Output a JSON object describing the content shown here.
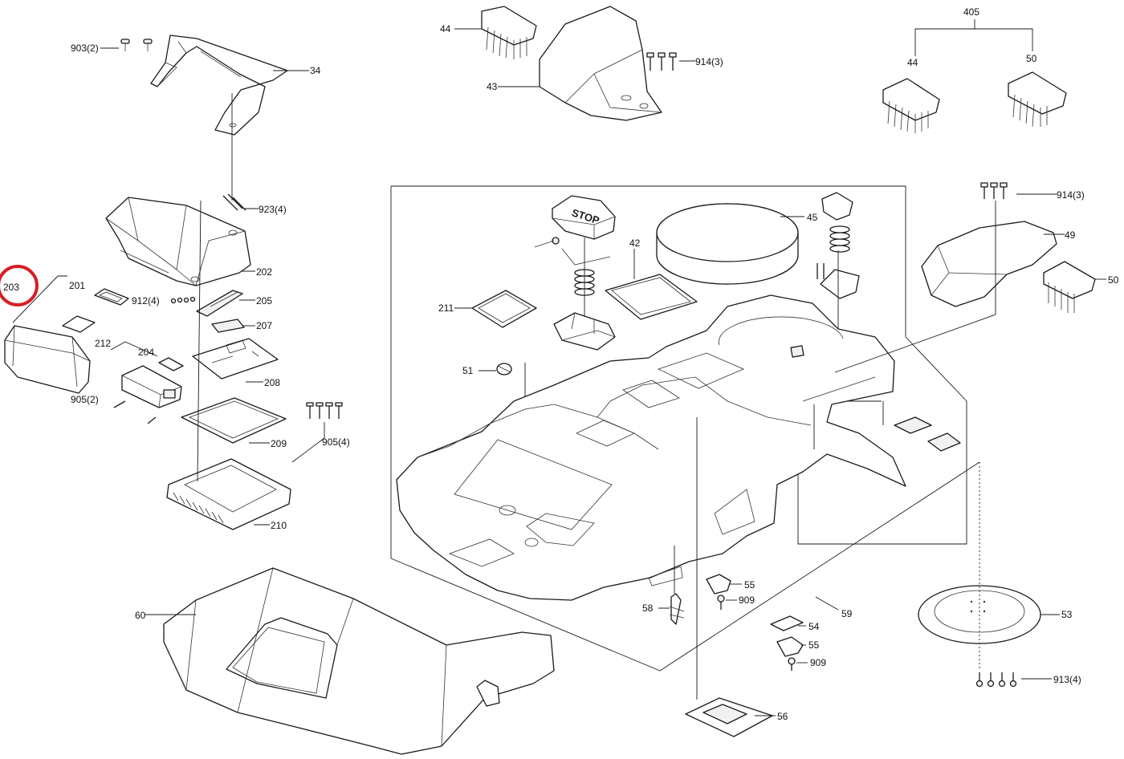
{
  "diagram": {
    "highlight_color": "#d61f26",
    "highlighted_part": "203",
    "callouts": {
      "c203": "203",
      "c201": "201",
      "c903": "903(2)",
      "c34": "34",
      "c923": "923(4)",
      "c202": "202",
      "c912": "912(4)",
      "c205": "205",
      "c207": "207",
      "c212": "212",
      "c204": "204",
      "c208": "208",
      "c905a": "905(2)",
      "c905b": "905(4)",
      "c209": "209",
      "c210": "210",
      "c60": "60",
      "c44a": "44",
      "c43": "43",
      "c914a": "914(3)",
      "c405": "405",
      "c44b": "44",
      "c50a": "50",
      "c914b": "914(3)",
      "c49": "49",
      "c50b": "50",
      "c45": "45",
      "c42": "42",
      "c211": "211",
      "c51": "51",
      "c55a": "55",
      "c909a": "909",
      "c58": "58",
      "c59": "59",
      "c54": "54",
      "c55b": "55",
      "c909b": "909",
      "c53": "53",
      "c913": "913(4)",
      "c56": "56"
    },
    "stop_button_text": "STOP"
  }
}
